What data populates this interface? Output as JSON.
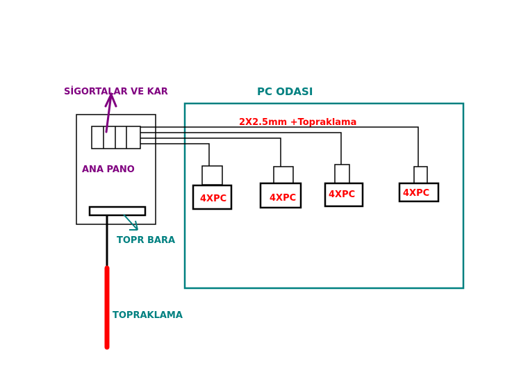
{
  "labels": {
    "fuses_title": "SİGORTALAR VE KAR",
    "room_title": "PC ODASI",
    "cable_spec": "2X2.5mm +Topraklama",
    "main_panel": "ANA PANO",
    "ground_bar": "TOPR BARA",
    "grounding": "TOPRAKLAMA"
  },
  "outlets": [
    {
      "label": "4XPC"
    },
    {
      "label": "4XPC"
    },
    {
      "label": "4XPC"
    },
    {
      "label": "4XPC"
    }
  ],
  "colors": {
    "purple": "#800080",
    "teal": "#008080",
    "red": "#ff0000",
    "black": "#000000"
  }
}
